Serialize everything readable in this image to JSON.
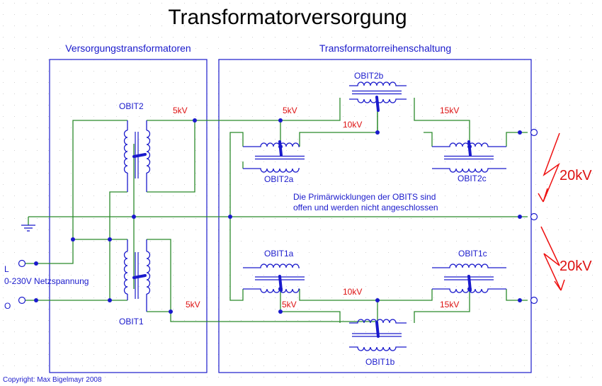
{
  "title": "Transformatorversorgung",
  "headings": {
    "left": "Versorgungstransformatoren",
    "right": "Transformatorreihenschaltung"
  },
  "transformers": {
    "obit2": "OBIT2",
    "obit1": "OBIT1",
    "obit2a": "OBIT2a",
    "obit2b": "OBIT2b",
    "obit2c": "OBIT2c",
    "obit1a": "OBIT1a",
    "obit1b": "OBIT1b",
    "obit1c": "OBIT1c"
  },
  "voltages": {
    "top_5kv_left": "5kV",
    "top_5kv_right": "5kV",
    "top_10kv": "10kV",
    "top_15kv": "15kV",
    "bottom_5kv_left": "5kV",
    "bottom_5kv_right": "5kV",
    "bottom_10kv": "10kV",
    "bottom_15kv": "15kV",
    "output_upper": "20kV",
    "output_lower": "20kV"
  },
  "note": {
    "line1": "Die Primärwicklungen der OBITS sind",
    "line2": "offen und werden nicht angeschlossen"
  },
  "input": {
    "l_label": "L",
    "supply_label": "0-230V Netzspannung",
    "o_label": "O"
  },
  "copyright": "Copyright: Max Bigelmayr 2008",
  "colors": {
    "wire": "#2b8a2b",
    "component": "#1a1acc",
    "voltage": "#dd1111",
    "grid_dot": "#b0b0b0"
  }
}
